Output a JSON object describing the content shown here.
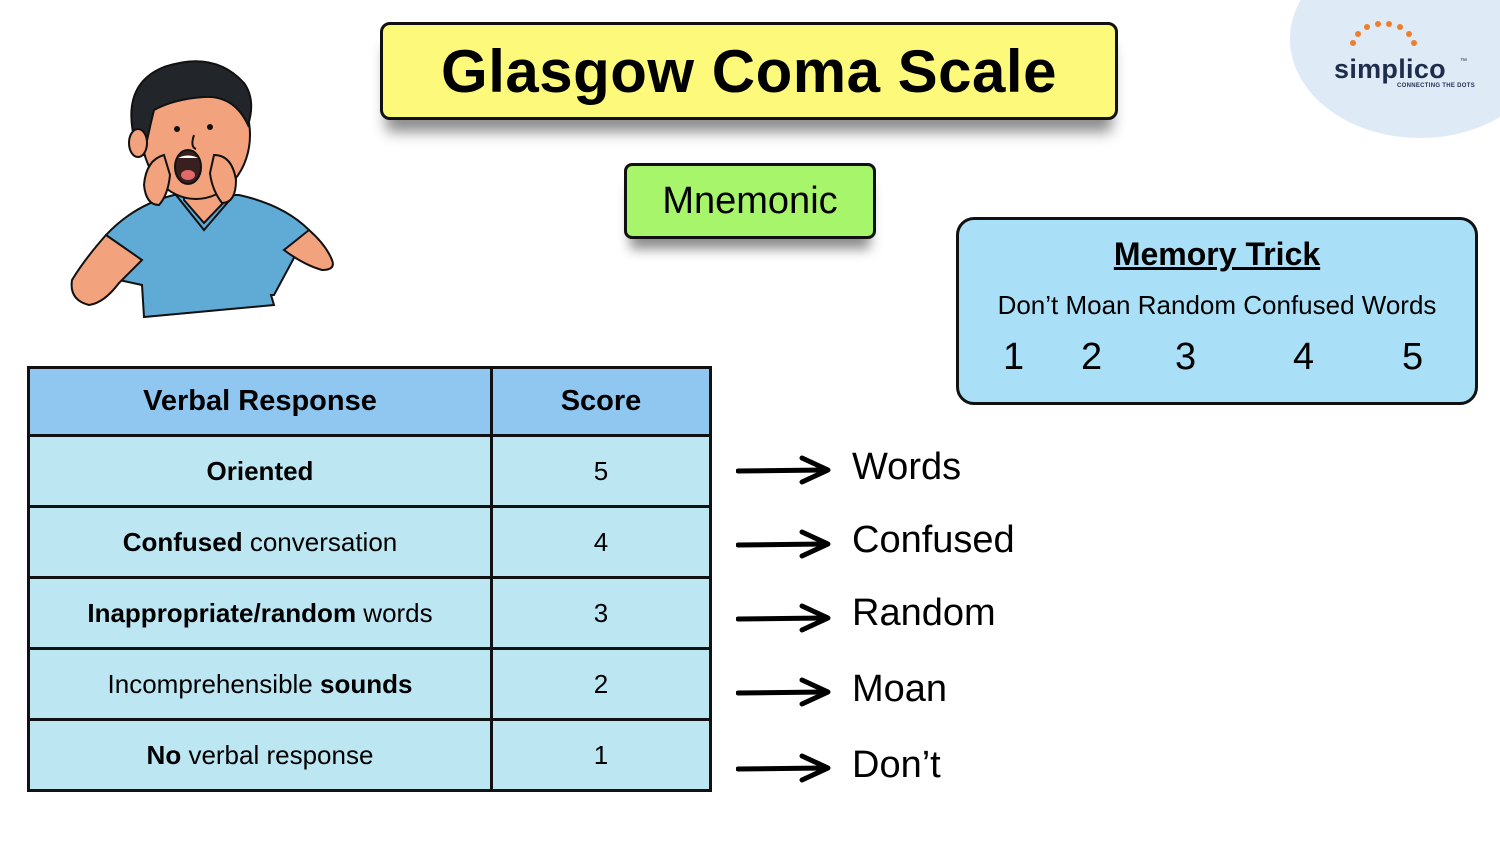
{
  "title": "Glasgow Coma Scale",
  "subtitle": "Mnemonic",
  "logo": {
    "name": "simplico",
    "tm": "™",
    "tagline": "CONNECTING THE DOTS",
    "accent": "#f07d2c"
  },
  "memory_trick": {
    "title": "Memory Trick",
    "phrase": "Don’t Moan Random Confused Words",
    "numbers": [
      "1",
      "2",
      "3",
      "4",
      "5"
    ]
  },
  "table": {
    "headers": {
      "response": "Verbal Response",
      "score": "Score"
    },
    "rows": [
      {
        "bold": "Oriented",
        "rest": "",
        "bold_first": true,
        "score": "5"
      },
      {
        "bold": "Confused",
        "rest": " conversation",
        "bold_first": true,
        "score": "4"
      },
      {
        "bold": "Inappropriate/random",
        "rest": " words",
        "bold_first": true,
        "score": "3"
      },
      {
        "bold": "sounds",
        "rest": "Incomprehensible ",
        "bold_first": false,
        "score": "2"
      },
      {
        "bold": "No",
        "rest": " verbal response",
        "bold_first": true,
        "score": "1"
      }
    ]
  },
  "mnemonic_words": [
    "Words",
    "Confused",
    "Random",
    "Moan",
    "Don’t"
  ],
  "colors": {
    "title_bg": "#fdf97a",
    "subtitle_bg": "#a6f56b",
    "memory_bg": "#a9dff7",
    "table_header_bg": "#8fc7f1",
    "table_cell_bg": "#bde6f3",
    "logo_bg": "#deebf7"
  }
}
